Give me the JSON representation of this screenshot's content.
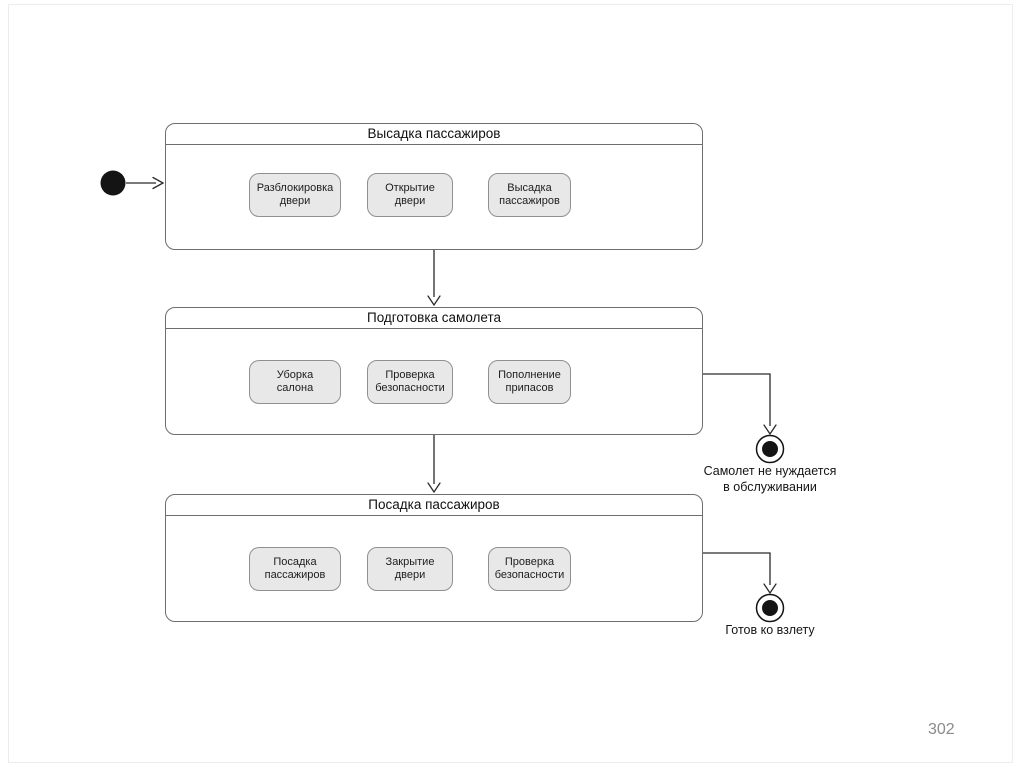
{
  "page": {
    "number": "302"
  },
  "diagram": {
    "composites": [
      {
        "title": "Высадка пассажиров",
        "states": [
          {
            "l1": "Разблокировка",
            "l2": "двери"
          },
          {
            "l1": "Открытие",
            "l2": "двери"
          },
          {
            "l1": "Высадка",
            "l2": "пассажиров"
          }
        ]
      },
      {
        "title": "Подготовка самолета",
        "states": [
          {
            "l1": "Уборка",
            "l2": "салона"
          },
          {
            "l1": "Проверка",
            "l2": "безопасности"
          },
          {
            "l1": "Пополнение",
            "l2": "припасов"
          }
        ]
      },
      {
        "title": "Посадка пассажиров",
        "states": [
          {
            "l1": "Посадка",
            "l2": "пассажиров"
          },
          {
            "l1": "Закрытие",
            "l2": "двери"
          },
          {
            "l1": "Проверка",
            "l2": "безопасности"
          }
        ]
      }
    ],
    "annotations": [
      {
        "l1": "Самолет не нуждается",
        "l2": "в обслуживании"
      },
      {
        "l1": "Готов ко взлету",
        "l2": ""
      }
    ],
    "colors": {
      "connector": "#2a2a2a",
      "composite_border": "#6e6e6e",
      "state_fill": "#e8e8e8",
      "state_border": "#909090",
      "page_number_color": "#8a8a8a"
    }
  }
}
